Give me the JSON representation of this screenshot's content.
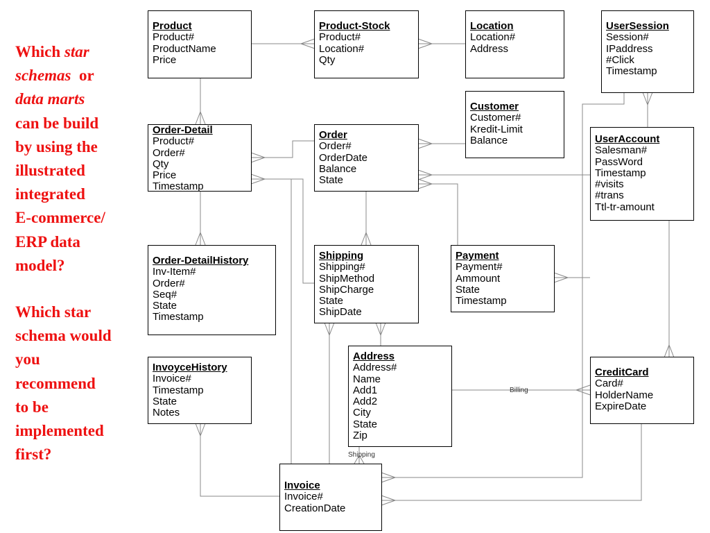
{
  "question": {
    "q1": {
      "which": "Which",
      "star_schemas": "star",
      "schemas": "schemas",
      "or": "or",
      "data_marts": "data marts",
      "line4": "can be build",
      "line5": "by using the",
      "line6": "illustrated",
      "line7": "integrated",
      "line8": "E-commerce/",
      "line9": "ERP data",
      "line10": "model?"
    },
    "q2": {
      "line1": "Which star",
      "line2": "schema would",
      "line3": "you",
      "line4": "recommend",
      "line5": "to be",
      "line6": "implemented",
      "line7": "first?"
    }
  },
  "entities": {
    "product": {
      "name": "Product",
      "attrs": [
        "Product#",
        "ProductName",
        "Price"
      ]
    },
    "product_stock": {
      "name": "Product-Stock",
      "attrs": [
        "Product#",
        "Location#",
        "Qty"
      ]
    },
    "location": {
      "name": "Location",
      "attrs": [
        "Location#",
        "Address"
      ]
    },
    "user_session": {
      "name": "UserSession",
      "attrs": [
        "Session#",
        "IPaddress",
        "#Click",
        "Timestamp"
      ]
    },
    "customer": {
      "name": "Customer",
      "attrs": [
        "Customer#",
        "Kredit-Limit",
        "Balance"
      ]
    },
    "order_detail": {
      "name": "Order-Detail",
      "attrs": [
        "Product#",
        "Order#",
        "Qty",
        "Price",
        "Timestamp"
      ]
    },
    "order": {
      "name": "Order",
      "attrs": [
        "Order#",
        "OrderDate",
        "Balance",
        "State"
      ]
    },
    "user_account": {
      "name": "UserAccount",
      "attrs": [
        "Salesman#",
        "PassWord",
        "Timestamp",
        "#visits",
        "#trans",
        "Ttl-tr-amount"
      ]
    },
    "order_detail_history": {
      "name": "Order-DetailHistory",
      "attrs": [
        "Inv-Item#",
        "Order#",
        "Seq#",
        "State",
        "Timestamp"
      ]
    },
    "shipping": {
      "name": "Shipping",
      "attrs": [
        "Shipping#",
        "ShipMethod",
        "ShipCharge",
        "State",
        "ShipDate"
      ]
    },
    "payment": {
      "name": "Payment",
      "attrs": [
        "Payment#",
        "Ammount",
        "State",
        "Timestamp"
      ]
    },
    "invoyce_history": {
      "name": "InvoyceHistory",
      "attrs": [
        "Invoice#",
        "Timestamp",
        "State",
        "Notes"
      ]
    },
    "address": {
      "name": "Address",
      "attrs": [
        "Address#",
        "Name",
        "Add1",
        "Add2",
        "City",
        "State",
        "Zip"
      ]
    },
    "credit_card": {
      "name": "CreditCard",
      "attrs": [
        "Card#",
        "HolderName",
        "ExpireDate"
      ]
    },
    "invoice": {
      "name": "Invoice",
      "attrs": [
        "Invoice#",
        "CreationDate"
      ]
    }
  },
  "relationship_labels": {
    "billing": "Billing",
    "shipping": "Shipping"
  },
  "colors": {
    "question_text": "#ee1111",
    "connector": "#888888",
    "entity_border": "#000000"
  }
}
